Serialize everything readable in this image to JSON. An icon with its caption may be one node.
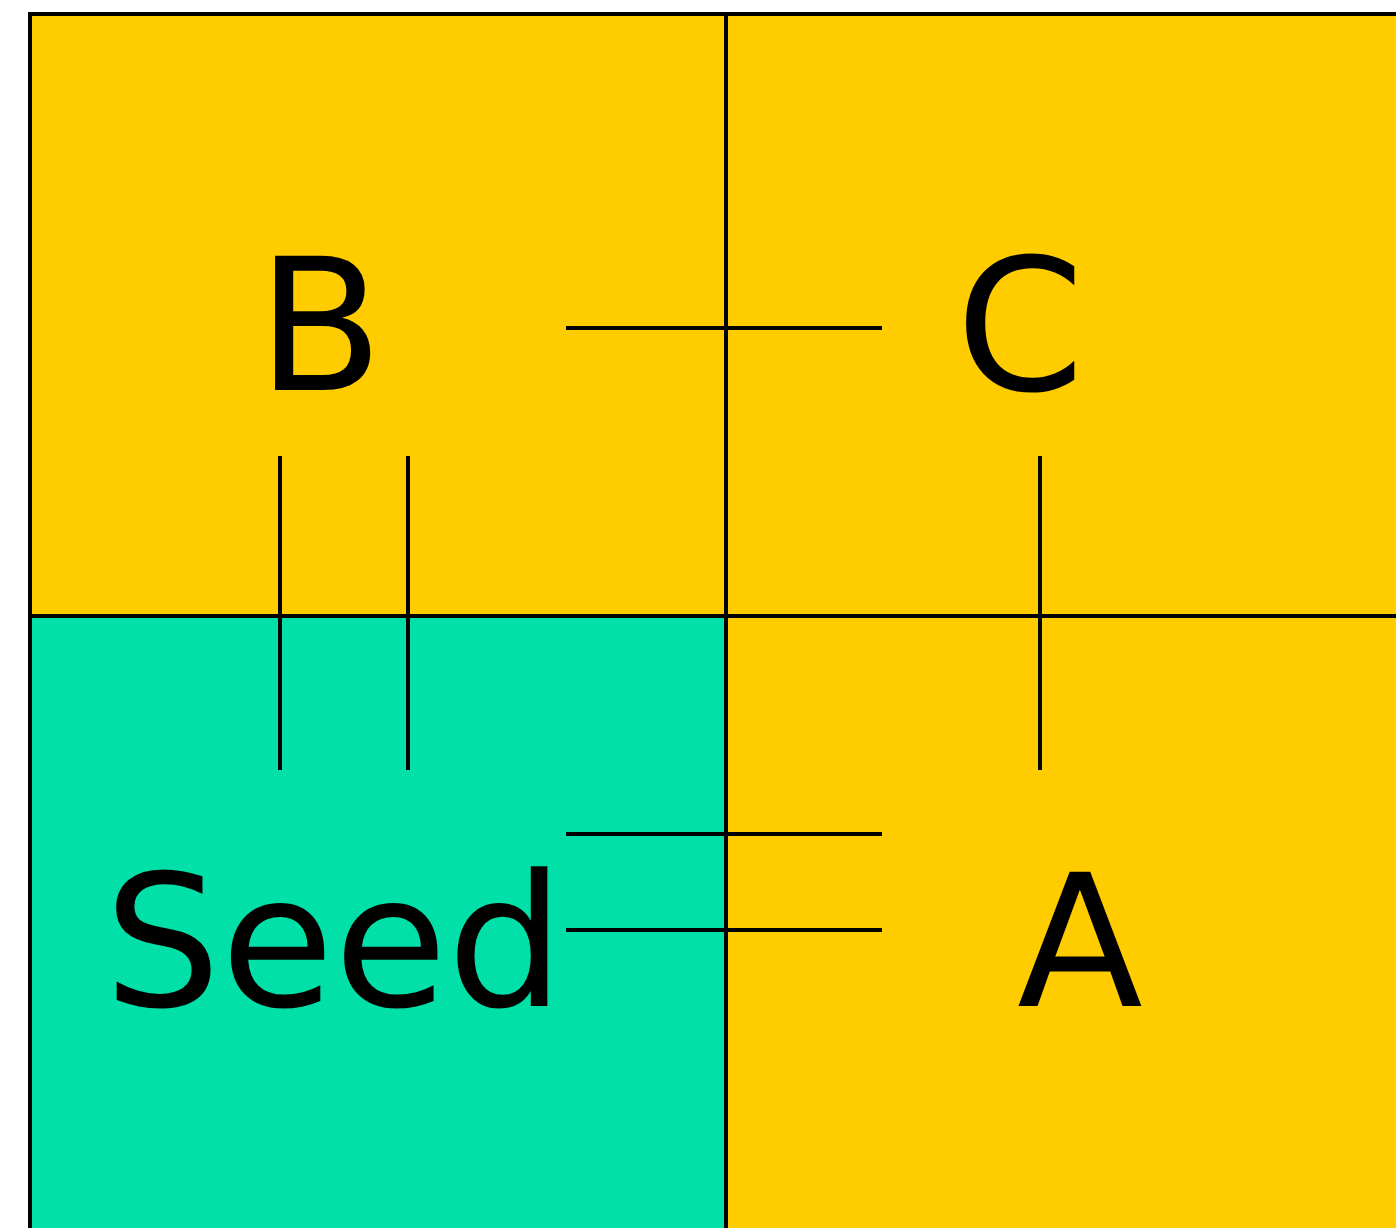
{
  "diagram": {
    "nodes": [
      {
        "text": [
          "B"
        ]
      },
      {
        "text": [
          "C"
        ]
      },
      {
        "text": [
          "Seed"
        ]
      },
      {
        "text": [
          "A"
        ]
      }
    ],
    "edges": [
      {
        "from": 0,
        "to": 1,
        "arrow": "none"
      },
      {
        "from": 0,
        "to": 2,
        "arrow": "none"
      },
      {
        "from": 0,
        "to": 2,
        "arrow": "none"
      },
      {
        "from": 1,
        "to": 3,
        "arrow": "none"
      },
      {
        "from": 2,
        "to": 3,
        "arrow": "none"
      },
      {
        "from": 2,
        "to": 3,
        "arrow": "none"
      }
    ]
  }
}
